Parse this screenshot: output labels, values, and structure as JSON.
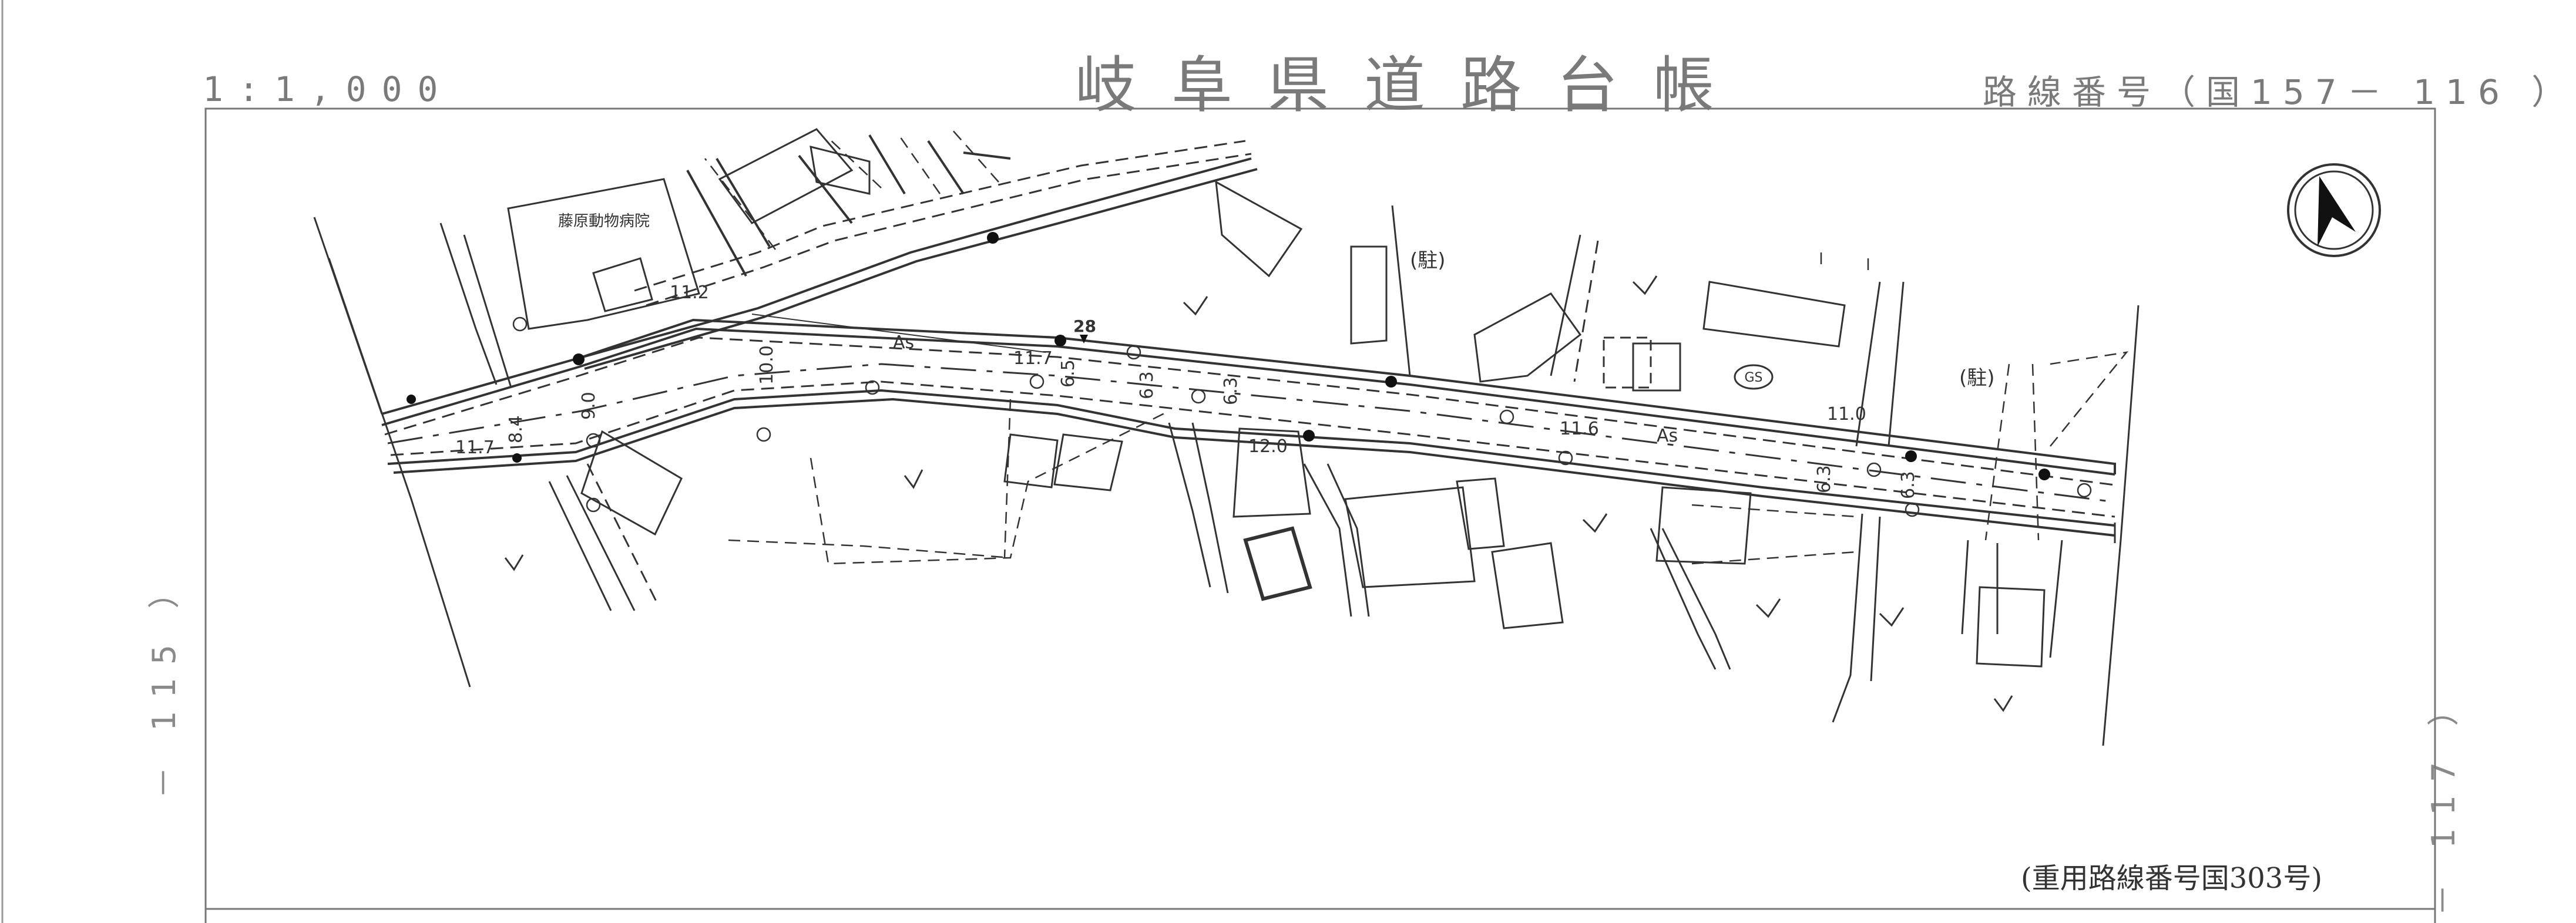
{
  "header": {
    "scale": "1:1,000",
    "title": "岐阜県道路台帳",
    "route_number": "路線番号（国157－ 116 ）"
  },
  "adjacent_sheets": {
    "previous": "－ 115 ）",
    "next": "－ 117 ）"
  },
  "overlap_note": "(重用路線番号国303号)",
  "map_labels": {
    "hospital": "藤原動物病院",
    "parking_1": "(駐)",
    "parking_2": "(駐)",
    "gas_station": "GS",
    "pavement_1": "As",
    "pavement_2": "As",
    "width_11_2": "11.2",
    "width_11_7a": "11.7",
    "width_11_7b": "11.7",
    "width_10_0": "10.0",
    "width_9_0": "9.0",
    "width_8_4": "8.4",
    "width_6_5": "6.5",
    "width_6_3a": "6.3",
    "width_6_3b": "6.3",
    "width_6_3c": "6.3",
    "width_6_3d": "6.3",
    "width_12_0": "12.0",
    "width_11_6": "11.6",
    "width_11_0": "11.0",
    "station_28": "28"
  },
  "colors": {
    "line": "#333333",
    "frame": "#777777",
    "header_text": "#7a7a7a"
  }
}
